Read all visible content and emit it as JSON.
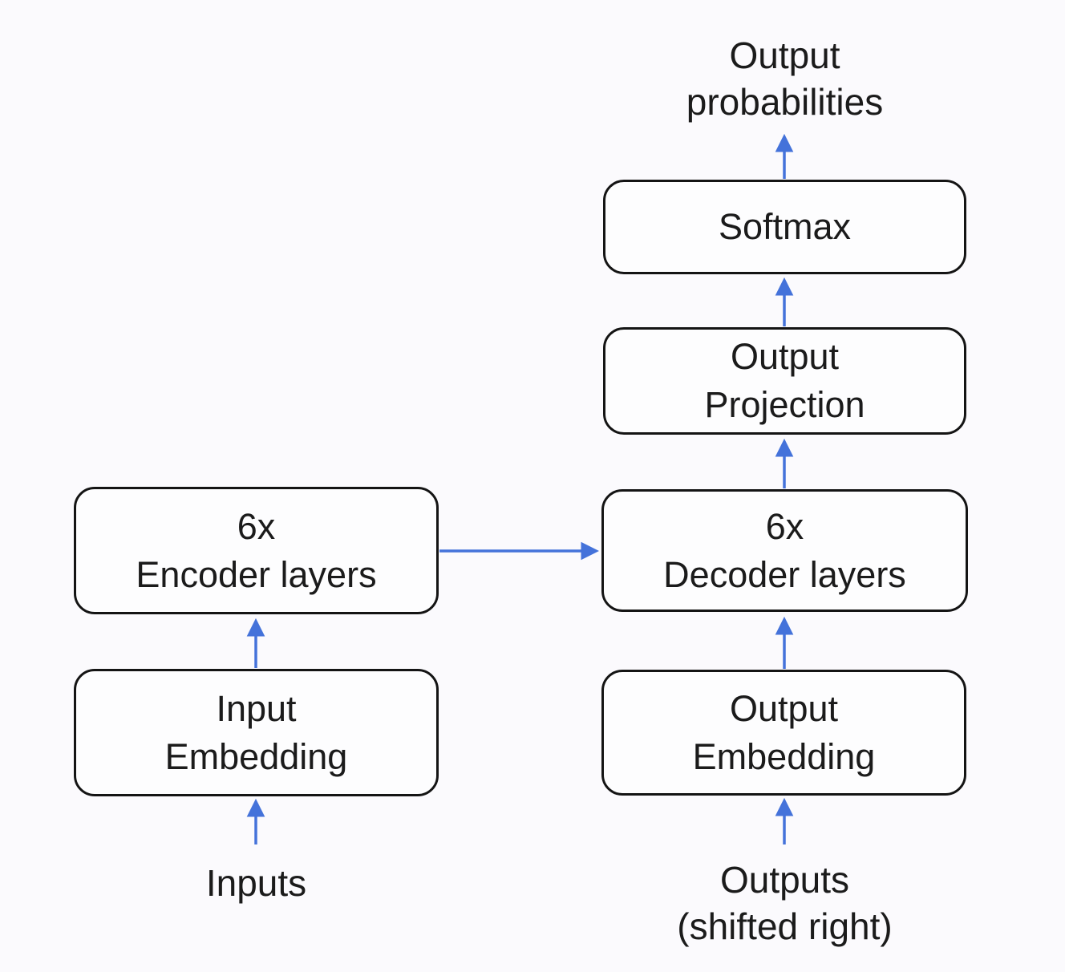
{
  "diagram": {
    "description": "Transformer architecture flow diagram",
    "colors": {
      "background": "#fbfafd",
      "box_fill": "#fdfdfe",
      "box_border": "#141414",
      "text": "#1b1b1b"
    },
    "arrow_color": "#4472da",
    "top_label": {
      "line1": "Output",
      "line2": "probabilities"
    },
    "nodes": {
      "softmax": {
        "label": "Softmax"
      },
      "output_projection": {
        "line1": "Output",
        "line2": "Projection"
      },
      "encoder": {
        "line1": "6x",
        "line2": "Encoder layers"
      },
      "decoder": {
        "line1": "6x",
        "line2": "Decoder layers"
      },
      "input_embedding": {
        "line1": "Input",
        "line2": "Embedding"
      },
      "output_embedding": {
        "line1": "Output",
        "line2": "Embedding"
      }
    },
    "bottom_labels": {
      "inputs": "Inputs",
      "outputs_line1": "Outputs",
      "outputs_line2": "(shifted right)"
    }
  }
}
